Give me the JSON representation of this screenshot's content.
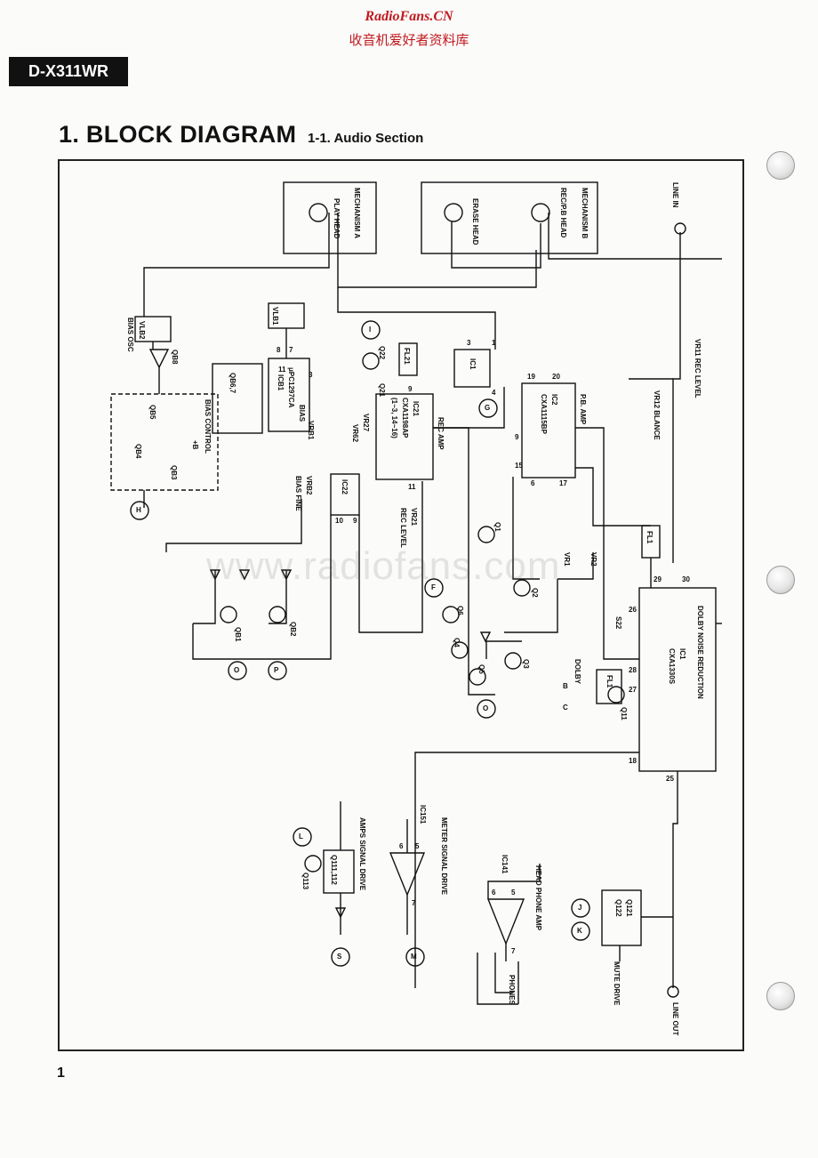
{
  "watermark": {
    "site": "RadioFans.CN",
    "subtitle": "收音机爱好者资料库",
    "center": "www.radiofans.com"
  },
  "model": "D-X311WR",
  "title": "1. BLOCK DIAGRAM",
  "subtitle": "1-1.  Audio Section",
  "page_number": "1",
  "diagram": {
    "mechanism_a": "MECHANISM A",
    "mechanism_b": "MECHANISM B",
    "play_head": "PLAY HEAD",
    "erase_head": "ERASE HEAD",
    "recpb_head": "REC/P.B HEAD",
    "line_in": "LINE IN",
    "line_out": "LINE OUT",
    "rec_level_vr": "VR11 REC LEVEL",
    "blance_vr": "VR12 BLANCE",
    "bias_osc": "BIAS OSC",
    "vlb2": "VLB2",
    "vlb1": "VLB1",
    "qb8": "QB8",
    "qb6_7": "QB6,7",
    "bias_control": "BIAS CONTROL",
    "qb5": "QB5",
    "qb4": "QB4",
    "qb3": "QB3",
    "plus_b": "+B",
    "icb1": "ICB1",
    "icb1_part": "μPC1297CA",
    "bias_label": "BIAS",
    "vrb1": "VRB1",
    "vrb2": "VRB2",
    "bias_fine": "BIAS FINE",
    "qb1": "QB1",
    "qb2": "QB2",
    "ic22": "IC22",
    "ic21": "IC21",
    "ic21_part": "CXA1198AP",
    "ic21_pins": "(1~3, 14~16)",
    "rec_amp": "REC AMP",
    "vr27": "VR27",
    "vr62": "VR62",
    "vr21": "VR21",
    "rec_level": "REC LEVEL",
    "q21": "Q21",
    "q22": "Q22",
    "fl21": "FL21",
    "ic1": "IC1",
    "ic2": "IC2",
    "ic2_part": "CXA1115BP",
    "pb_amp": "P.B. AMP",
    "vr1": "VR1",
    "vr2": "VR2",
    "fl1": "FL1",
    "q1": "Q1",
    "q2": "Q2",
    "q3": "Q3",
    "q4": "Q4",
    "q5": "Q5",
    "q6": "Q6",
    "s22": "S22",
    "dolby_ic": "IC1",
    "dolby_part": "CXA1330S",
    "dolby_nr": "DOLBY NOISE REDUCTION",
    "dolby_switch": "DOLBY",
    "dolby_b": "B",
    "dolby_c": "C",
    "fl1b": "FL1",
    "q11": "Q11",
    "ic151": "IC151",
    "meter_drive": "METER SIGNAL DRIVE",
    "ic141": "IC141",
    "head_phone_amp": "HEAD PHONE AMP",
    "phones": "PHONES",
    "q111": "Q111,112",
    "q113": "Q113",
    "amps_drive": "AMPS SIGNAL DRIVE",
    "q121": "Q121",
    "q122": "Q122",
    "mute_drive": "MUTE DRIVE",
    "conn_h": "H",
    "conn_o": "O",
    "conn_p": "P",
    "conn_i": "I",
    "conn_g": "G",
    "conn_f": "F",
    "conn_l": "L",
    "conn_s": "S",
    "conn_m": "M",
    "conn_j": "J",
    "conn_k": "K",
    "pins": {
      "p3": "3",
      "p7": "7",
      "p8": "8",
      "p11": "11",
      "p9": "9",
      "p11b": "11",
      "p10": "10",
      "p9b": "9",
      "p1": "1",
      "p3b": "3",
      "p4": "4",
      "p19": "19",
      "p20": "20",
      "p9c": "9",
      "p15": "15",
      "p6": "6",
      "p17": "17",
      "p30": "30",
      "p29": "29",
      "p26": "26",
      "p28": "28",
      "p27": "27",
      "p18": "18",
      "p25": "25",
      "p6b": "6",
      "p5": "5",
      "p7b": "7",
      "p6c": "6",
      "p5b": "5",
      "p7c": "7"
    }
  }
}
